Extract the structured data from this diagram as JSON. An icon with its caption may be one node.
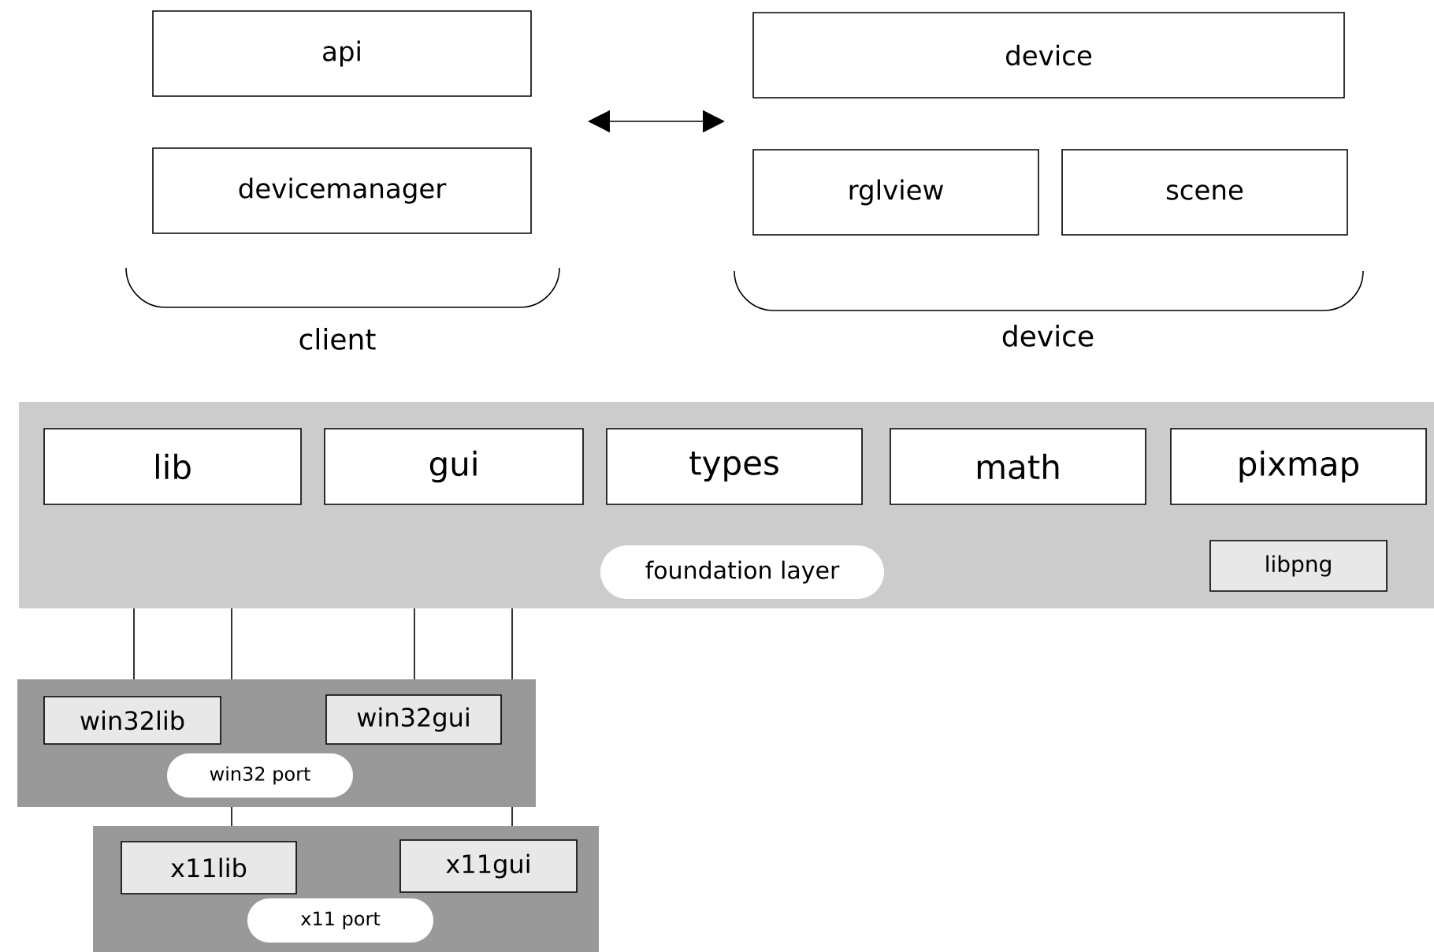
{
  "diagram": {
    "nodes": [
      {
        "text": [
          "api"
        ]
      },
      {
        "text": [
          "devicemanager"
        ]
      },
      {
        "text": [
          "device"
        ]
      },
      {
        "text": [
          "rglview"
        ]
      },
      {
        "text": [
          "scene"
        ]
      },
      {
        "text": [
          "foundation layer"
        ]
      },
      {
        "text": [
          "lib"
        ],
        "in": 5
      },
      {
        "text": [
          "gui"
        ],
        "in": 5
      },
      {
        "text": [
          "types"
        ],
        "in": 5
      },
      {
        "text": [
          "math"
        ],
        "in": 5
      },
      {
        "text": [
          "pixmap"
        ],
        "in": 5
      },
      {
        "text": [
          "libpng"
        ],
        "in": 5
      },
      {
        "text": [
          "win32 port"
        ]
      },
      {
        "text": [
          "win32lib"
        ],
        "in": 12
      },
      {
        "text": [
          "win32gui"
        ],
        "in": 12
      },
      {
        "text": [
          "x11 port"
        ]
      },
      {
        "text": [
          "x11lib"
        ],
        "in": 15
      },
      {
        "text": [
          "x11gui"
        ],
        "in": 15
      }
    ],
    "edges": [
      {
        "from": 6,
        "to": 13,
        "arrow": "none"
      },
      {
        "from": 6,
        "to": 16,
        "arrow": "none"
      },
      {
        "from": 7,
        "to": 14,
        "arrow": "none"
      },
      {
        "from": 7,
        "to": 17,
        "arrow": "none"
      }
    ],
    "labels": [
      "client",
      "device"
    ]
  }
}
